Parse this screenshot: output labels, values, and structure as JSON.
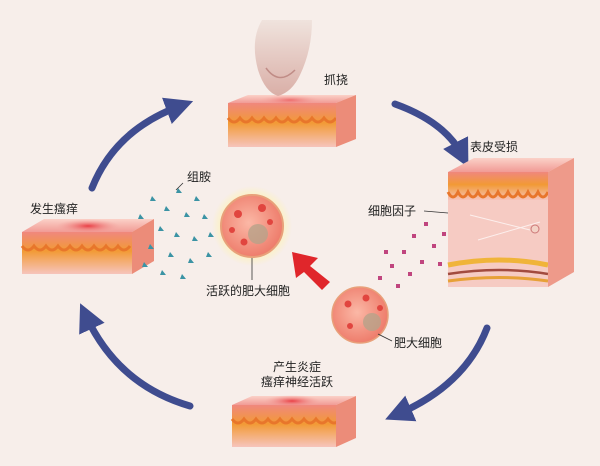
{
  "labels": {
    "scratch": "抓挠",
    "skin_damage": "表皮受损",
    "cytokines": "细胞因子",
    "mast_cells": "肥大细胞",
    "inflammation_line1": "产生炎症",
    "inflammation_line2": "瘙痒神经活跃",
    "itch": "发生瘙痒",
    "histamine": "组胺",
    "active_mast_cells": "活跃的肥大细胞"
  },
  "colors": {
    "arrow": "#3f4c8f",
    "highlight_arrow": "#e0262b",
    "skin_top": "#f3a9a3",
    "skin_mid": "#f29a35",
    "skin_base": "#f4c3bd",
    "histamine": "#3b93a4",
    "cytokine": "#c0457e",
    "mast_cell": "#f59a8b"
  },
  "icons": [
    "hand-icon",
    "skin-block-icon",
    "mast-cell-icon",
    "cycle-arrow-icon"
  ]
}
